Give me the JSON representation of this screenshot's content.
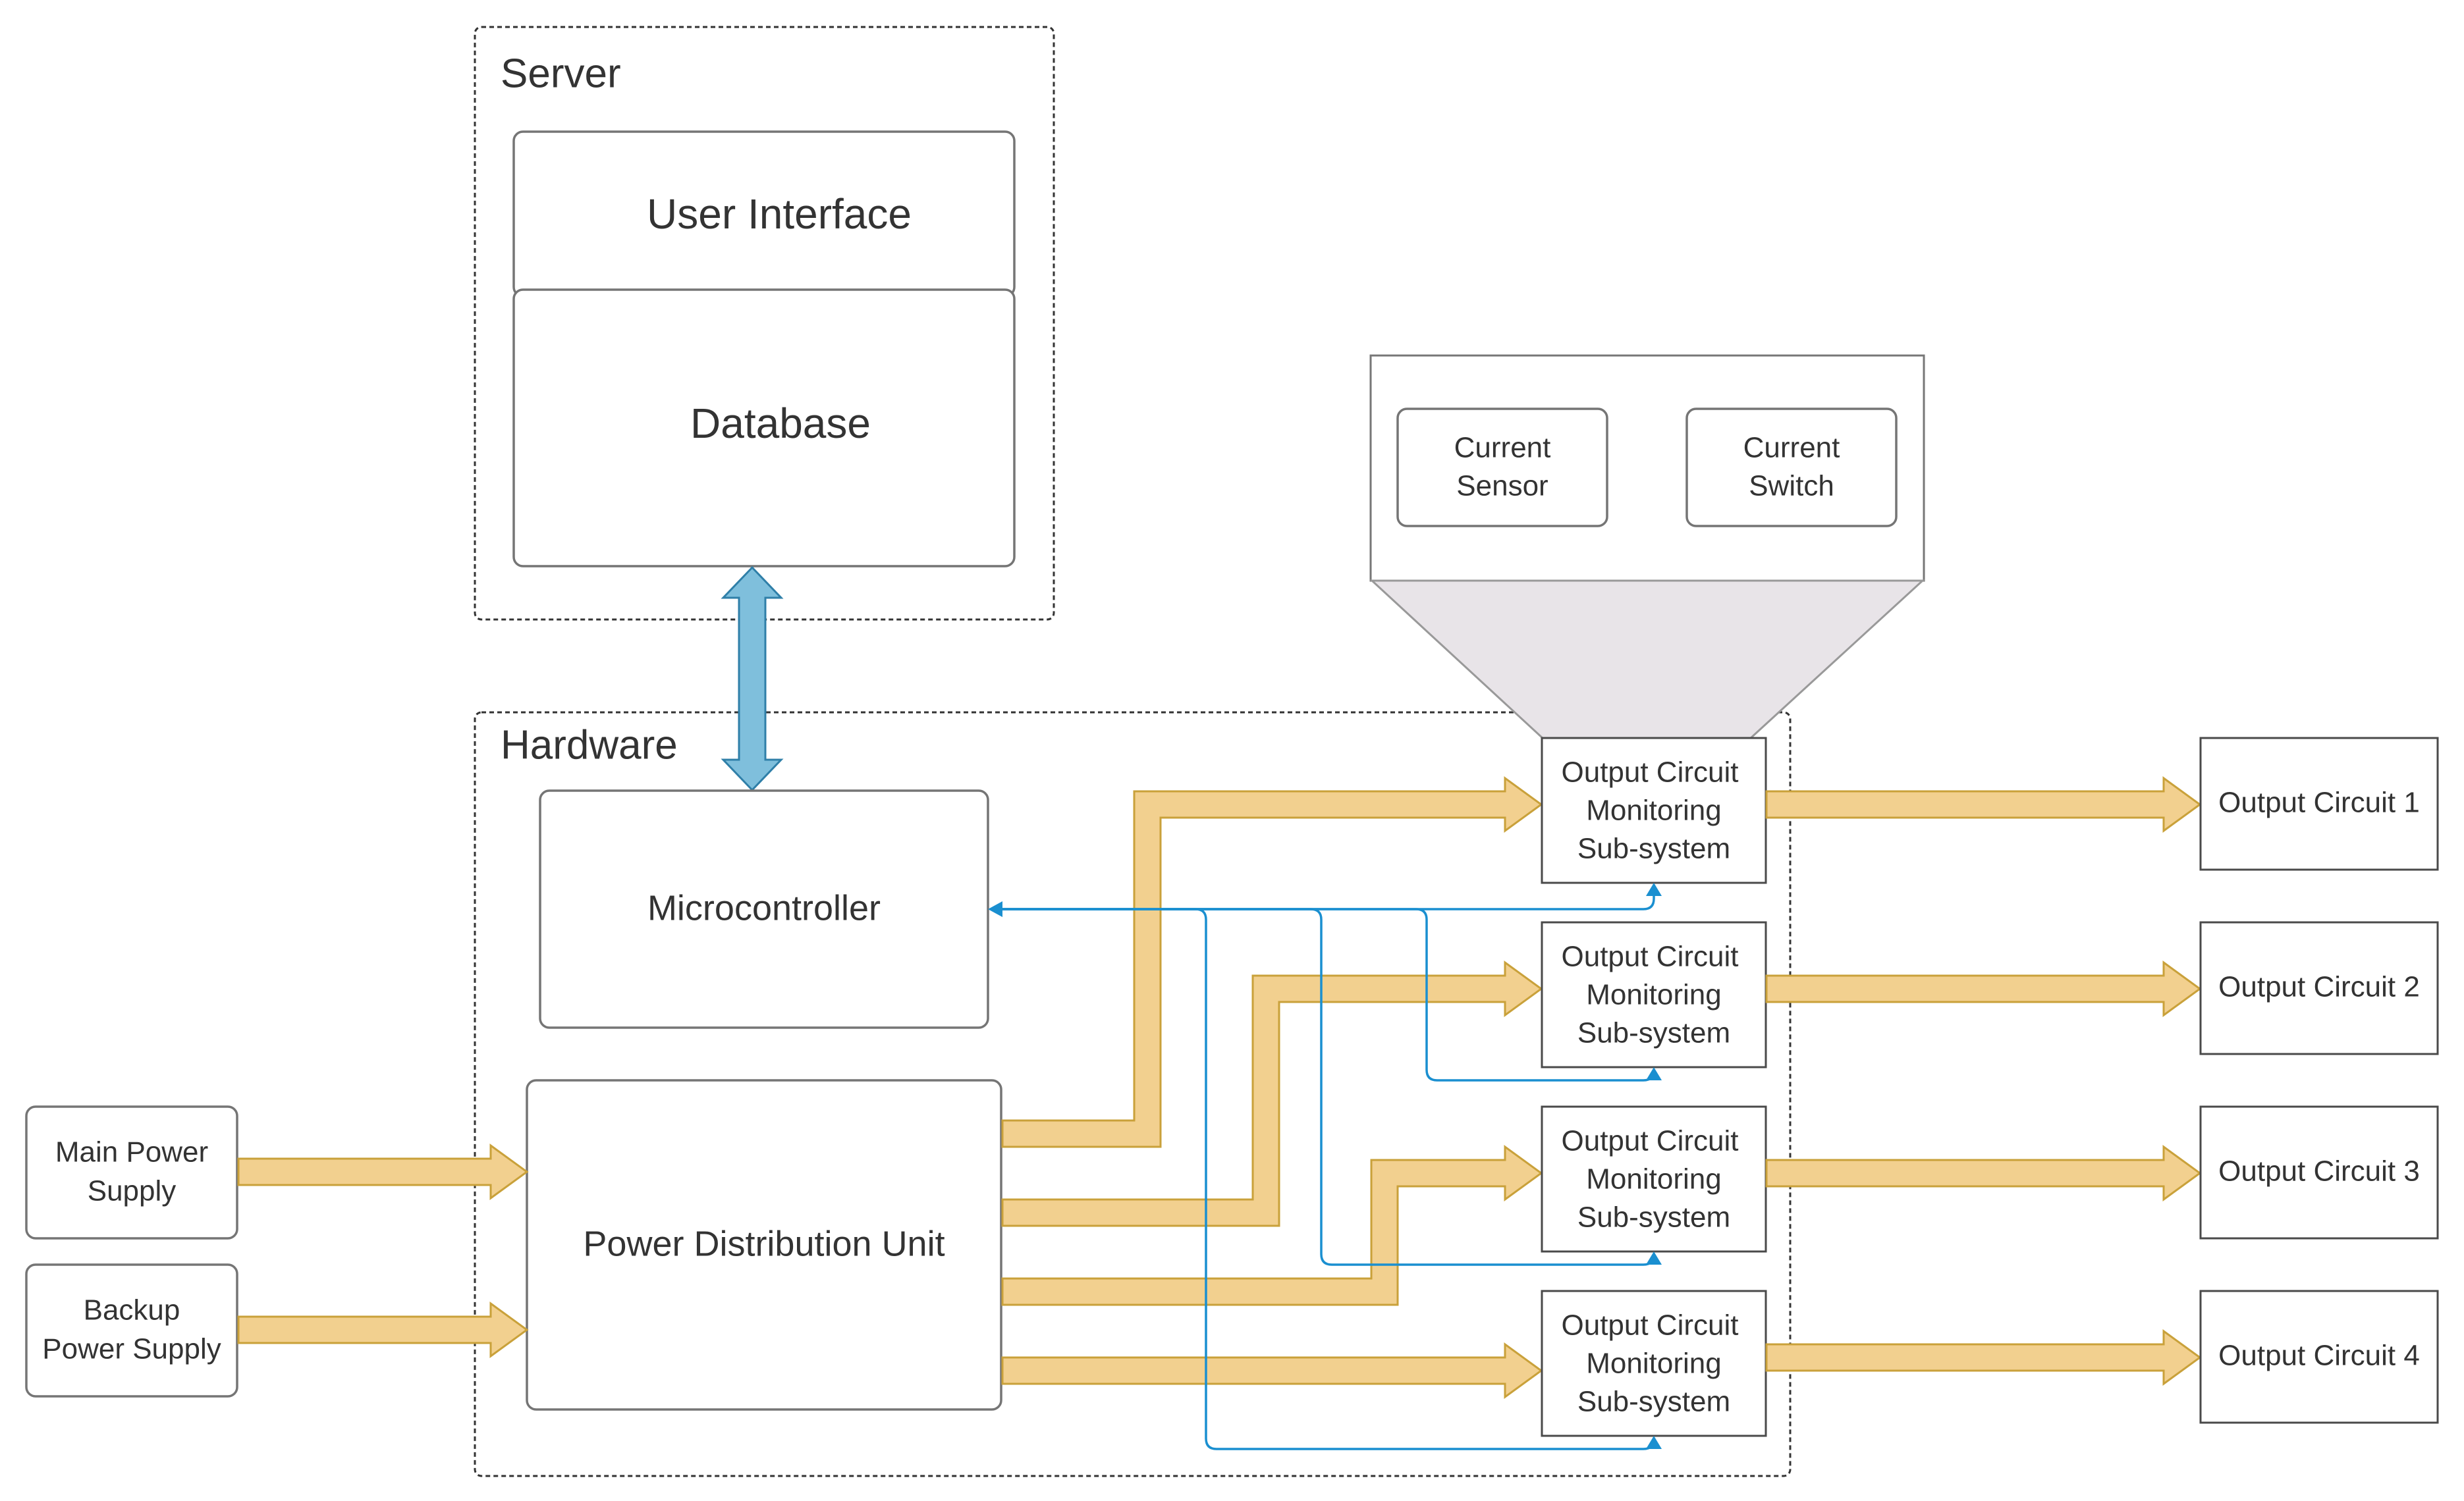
{
  "diagram": {
    "server_group": {
      "label": "Server"
    },
    "hardware_group": {
      "label": "Hardware"
    },
    "user_interface": {
      "label": "User Interface"
    },
    "database": {
      "label": "Database"
    },
    "microcontroller": {
      "label": "Microcontroller"
    },
    "pdu": {
      "label": "Power Distribution Unit"
    },
    "main_power": {
      "line1": "Main Power",
      "line2": "Supply"
    },
    "backup_power": {
      "line1": "Backup",
      "line2": "Power Supply"
    },
    "detail": {
      "current_sensor": {
        "line1": "Current",
        "line2": "Sensor"
      },
      "current_switch": {
        "line1": "Current",
        "line2": "Switch"
      }
    },
    "monitors": [
      {
        "line1": "Output Circuit",
        "line2": "Monitoring",
        "line3": "Sub-system"
      },
      {
        "line1": "Output Circuit",
        "line2": "Monitoring",
        "line3": "Sub-system"
      },
      {
        "line1": "Output Circuit",
        "line2": "Monitoring",
        "line3": "Sub-system"
      },
      {
        "line1": "Output Circuit",
        "line2": "Monitoring",
        "line3": "Sub-system"
      }
    ],
    "outputs": [
      {
        "label": "Output Circuit 1"
      },
      {
        "label": "Output Circuit 2"
      },
      {
        "label": "Output Circuit 3"
      },
      {
        "label": "Output Circuit 4"
      }
    ],
    "colors": {
      "power_flow": "#f2d08f",
      "power_flow_border": "#c9a13a",
      "data_link": "#7fbfdc",
      "signal_line": "#1a8fd0",
      "zoom_callout": "#e8e4e8"
    }
  }
}
